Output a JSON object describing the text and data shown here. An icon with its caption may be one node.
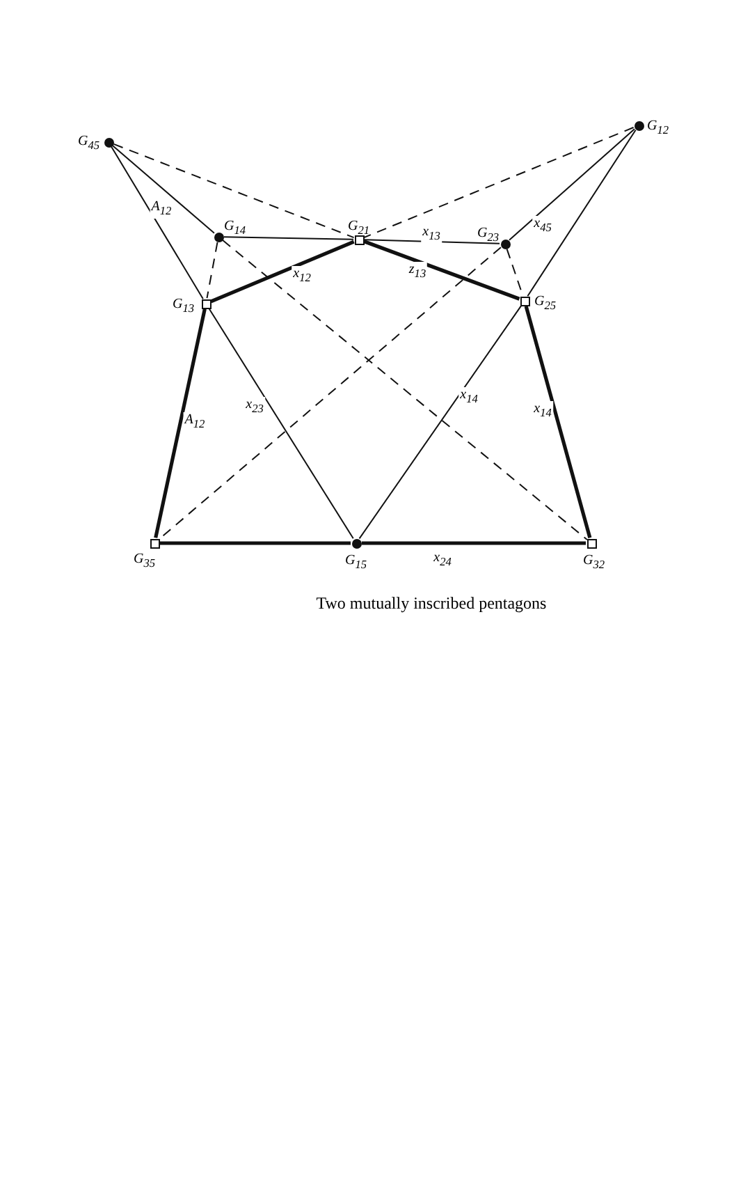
{
  "diagram": {
    "caption": "Two mutually inscribed pentagons",
    "nodes": [
      {
        "text": [
          "G$_{45}$"
        ]
      },
      {
        "text": [
          "G$_{12}$"
        ]
      },
      {
        "text": [
          "G$_{14}$"
        ]
      },
      {
        "text": [
          "G$_{21}$"
        ]
      },
      {
        "text": [
          "G$_{23}$"
        ]
      },
      {
        "text": [
          "G$_{13}$"
        ]
      },
      {
        "text": [
          "G$_{25}$"
        ]
      },
      {
        "text": [
          "G$_{35}$"
        ]
      },
      {
        "text": [
          "G$_{15}$"
        ]
      },
      {
        "text": [
          "G$_{32}$"
        ]
      }
    ],
    "edges": [
      {
        "from": 0,
        "to": 2,
        "arrow": "none",
        "label": "A$_{12}$"
      },
      {
        "from": 2,
        "to": 3,
        "arrow": "none"
      },
      {
        "from": 3,
        "to": 4,
        "arrow": "none",
        "label": "x$_{13}$"
      },
      {
        "from": 4,
        "to": 1,
        "arrow": "none",
        "label": "x$_{45}$"
      },
      {
        "from": 0,
        "to": 5,
        "arrow": "none"
      },
      {
        "from": 5,
        "to": 8,
        "arrow": "none",
        "label": "x$_{23}$"
      },
      {
        "from": 1,
        "to": 6,
        "arrow": "none"
      },
      {
        "from": 6,
        "to": 8,
        "arrow": "none",
        "label": "x$_{14}$"
      },
      {
        "from": 0,
        "to": 3,
        "arrow": "none",
        "style": "dashed"
      },
      {
        "from": 1,
        "to": 3,
        "arrow": "none",
        "style": "dashed"
      },
      {
        "from": 2,
        "to": 5,
        "arrow": "none",
        "style": "dashed"
      },
      {
        "from": 4,
        "to": 6,
        "arrow": "none",
        "style": "dashed"
      },
      {
        "from": 2,
        "to": 9,
        "arrow": "none",
        "style": "dashed"
      },
      {
        "from": 4,
        "to": 7,
        "arrow": "none",
        "style": "dashed"
      },
      {
        "from": 5,
        "to": 3,
        "arrow": "none",
        "style": "thick",
        "label": "x$_{12}$"
      },
      {
        "from": 3,
        "to": 6,
        "arrow": "none",
        "style": "thick",
        "label": "z$_{13}$"
      },
      {
        "from": 6,
        "to": 9,
        "arrow": "none",
        "style": "thick",
        "label": "x$_{14}$"
      },
      {
        "from": 7,
        "to": 5,
        "arrow": "none",
        "style": "thick",
        "label": "A$_{12}$"
      },
      {
        "from": 7,
        "to": 8,
        "arrow": "none",
        "style": "thick"
      },
      {
        "from": 8,
        "to": 9,
        "arrow": "none",
        "style": "thick",
        "label": "x$_{24}$"
      }
    ]
  }
}
